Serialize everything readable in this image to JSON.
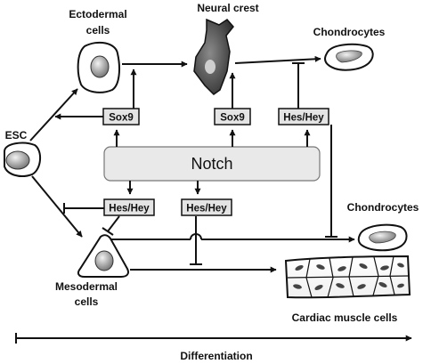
{
  "labels": {
    "esc": "ESC",
    "ectodermal_line1": "Ectodermal",
    "ectodermal_line2": "cells",
    "neural_crest": "Neural crest",
    "chondrocytes_top": "Chondrocytes",
    "chondrocytes_mid": "Chondrocytes",
    "mesodermal_line1": "Mesodermal",
    "mesodermal_line2": "cells",
    "cardiac": "Cardiac muscle cells",
    "differentiation": "Differentiation"
  },
  "boxes": {
    "sox9_left": "Sox9",
    "sox9_mid": "Sox9",
    "heshey_top": "Hes/Hey",
    "notch": "Notch",
    "heshey_low_left": "Hes/Hey",
    "heshey_low_mid": "Hes/Hey"
  },
  "colors": {
    "box_fill": "#e4e4e4",
    "notch_fill": "#e9e9e9",
    "line": "#111111"
  }
}
